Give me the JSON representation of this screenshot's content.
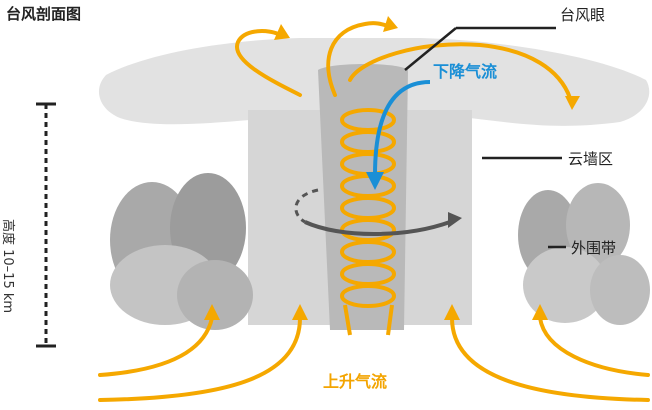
{
  "diagram": {
    "title": "台风剖面图",
    "labels": {
      "eye": "台风眼",
      "downdraft": "下降气流",
      "eyewall": "云墙区",
      "rainbands": "外围带",
      "updraft": "上升气流",
      "height": "高度 10–15 km"
    },
    "colors": {
      "updraft": "#f5a800",
      "downdraft": "#1a8fd6",
      "rotation": "#555555",
      "cloud_light": "#e3e3e3",
      "cloud_mid": "#cfcfcf",
      "cloud_dark": "#a9a9a9",
      "leader_line": "#222222"
    }
  }
}
